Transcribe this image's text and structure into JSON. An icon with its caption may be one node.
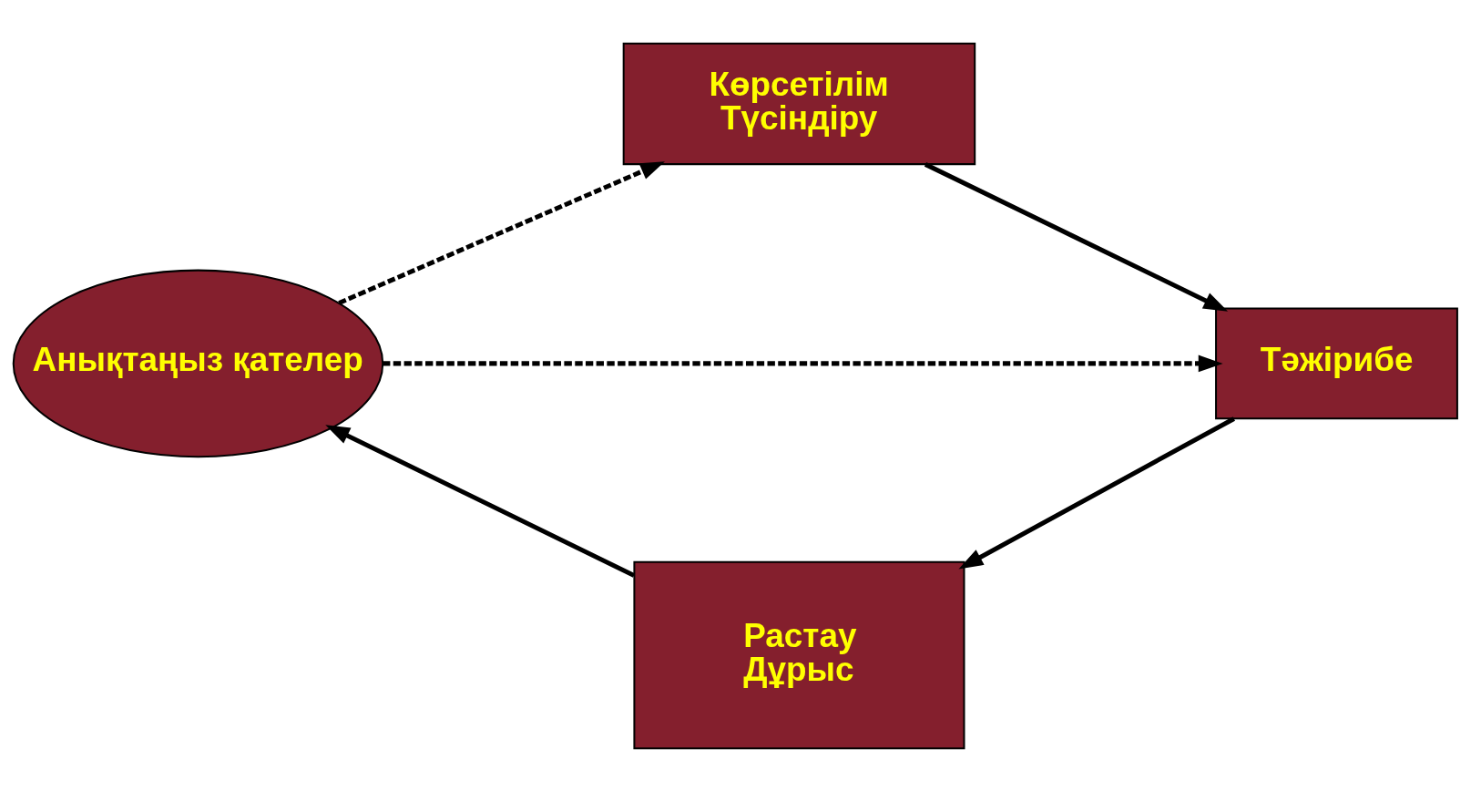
{
  "diagram": {
    "nodes": [
      {
        "text": [
          "Анықтаңыз қателер"
        ]
      },
      {
        "text": [
          "Көрсетілім",
          "Түсіндіру"
        ]
      },
      {
        "text": [
          "Тәжірибе"
        ]
      },
      {
        "text": [
          "Растау",
          "Дұрыс"
        ]
      }
    ],
    "edges": [
      {
        "from": 0,
        "to": 1,
        "arrow": "to",
        "style": "dashed"
      },
      {
        "from": 1,
        "to": 2,
        "arrow": "to"
      },
      {
        "from": 0,
        "to": 2,
        "arrow": "to",
        "style": "dashed"
      },
      {
        "from": 2,
        "to": 3,
        "arrow": "to"
      },
      {
        "from": 3,
        "to": 0,
        "arrow": "to"
      }
    ]
  }
}
